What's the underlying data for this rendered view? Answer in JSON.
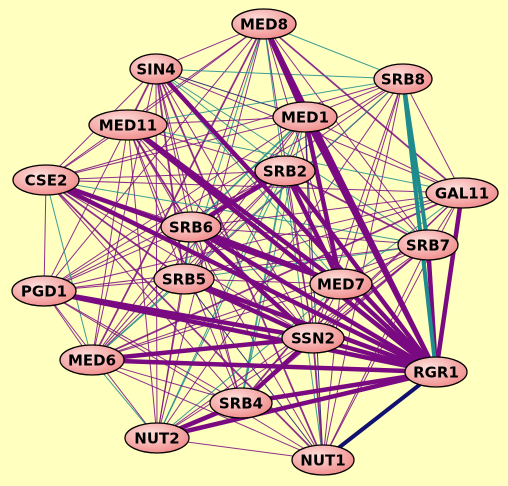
{
  "background": "#ffffc0",
  "colors": {
    "edge_purple": "#7a0a82",
    "edge_teal": "#1e8c8c",
    "edge_navy": "#101070",
    "node_fill_light": "#fde0dc",
    "node_fill_dark": "#f08a8a",
    "node_stroke": "#000000"
  },
  "nodes": [
    {
      "id": "MED8",
      "label": "MED8"
    },
    {
      "id": "SIN4",
      "label": "SIN4"
    },
    {
      "id": "SRB8",
      "label": "SRB8"
    },
    {
      "id": "MED1",
      "label": "MED1"
    },
    {
      "id": "MED11",
      "label": "MED11"
    },
    {
      "id": "SRB2",
      "label": "SRB2"
    },
    {
      "id": "CSE2",
      "label": "CSE2"
    },
    {
      "id": "GAL11",
      "label": "GAL11"
    },
    {
      "id": "SRB6",
      "label": "SRB6"
    },
    {
      "id": "SRB7",
      "label": "SRB7"
    },
    {
      "id": "PGD1",
      "label": "PGD1"
    },
    {
      "id": "SRB5",
      "label": "SRB5"
    },
    {
      "id": "MED7",
      "label": "MED7"
    },
    {
      "id": "SSN2",
      "label": "SSN2"
    },
    {
      "id": "MED6",
      "label": "MED6"
    },
    {
      "id": "RGR1",
      "label": "RGR1"
    },
    {
      "id": "SRB4",
      "label": "SRB4"
    },
    {
      "id": "NUT2",
      "label": "NUT2"
    },
    {
      "id": "NUT1",
      "label": "NUT1"
    }
  ],
  "heavy_edges": [
    {
      "source": "MED8",
      "target": "RGR1",
      "color": "purple"
    },
    {
      "source": "MED1",
      "target": "RGR1",
      "color": "purple"
    },
    {
      "source": "SIN4",
      "target": "RGR1",
      "color": "purple"
    },
    {
      "source": "MED11",
      "target": "RGR1",
      "color": "purple"
    },
    {
      "source": "SRB2",
      "target": "RGR1",
      "color": "purple"
    },
    {
      "source": "CSE2",
      "target": "RGR1",
      "color": "purple"
    },
    {
      "source": "SRB6",
      "target": "RGR1",
      "color": "purple"
    },
    {
      "source": "PGD1",
      "target": "RGR1",
      "color": "purple"
    },
    {
      "source": "SRB5",
      "target": "RGR1",
      "color": "purple"
    },
    {
      "source": "MED7",
      "target": "RGR1",
      "color": "purple"
    },
    {
      "source": "SSN2",
      "target": "RGR1",
      "color": "purple"
    },
    {
      "source": "MED6",
      "target": "RGR1",
      "color": "purple"
    },
    {
      "source": "SRB4",
      "target": "RGR1",
      "color": "purple"
    },
    {
      "source": "NUT2",
      "target": "RGR1",
      "color": "purple"
    },
    {
      "source": "SRB7",
      "target": "RGR1",
      "color": "purple"
    },
    {
      "source": "GAL11",
      "target": "RGR1",
      "color": "purple"
    },
    {
      "source": "SRB8",
      "target": "RGR1",
      "color": "teal"
    },
    {
      "source": "NUT1",
      "target": "RGR1",
      "color": "navy"
    },
    {
      "source": "SRB6",
      "target": "SSN2",
      "color": "purple"
    },
    {
      "source": "SRB5",
      "target": "SSN2",
      "color": "purple"
    },
    {
      "source": "PGD1",
      "target": "SSN2",
      "color": "purple"
    },
    {
      "source": "MED11",
      "target": "MED7",
      "color": "purple"
    },
    {
      "source": "CSE2",
      "target": "MED7",
      "color": "purple"
    },
    {
      "source": "SRB6",
      "target": "MED7",
      "color": "purple"
    },
    {
      "source": "SRB2",
      "target": "MED7",
      "color": "purple"
    },
    {
      "source": "MED1",
      "target": "MED7",
      "color": "purple"
    },
    {
      "source": "MED6",
      "target": "SSN2",
      "color": "purple"
    },
    {
      "source": "SRB4",
      "target": "SSN2",
      "color": "purple"
    },
    {
      "source": "NUT2",
      "target": "SRB4",
      "color": "purple"
    },
    {
      "source": "MED8",
      "target": "MED1",
      "color": "purple"
    },
    {
      "source": "SRB2",
      "target": "SRB6",
      "color": "purple"
    },
    {
      "source": "SRB8",
      "target": "SRB7",
      "color": "teal"
    }
  ]
}
